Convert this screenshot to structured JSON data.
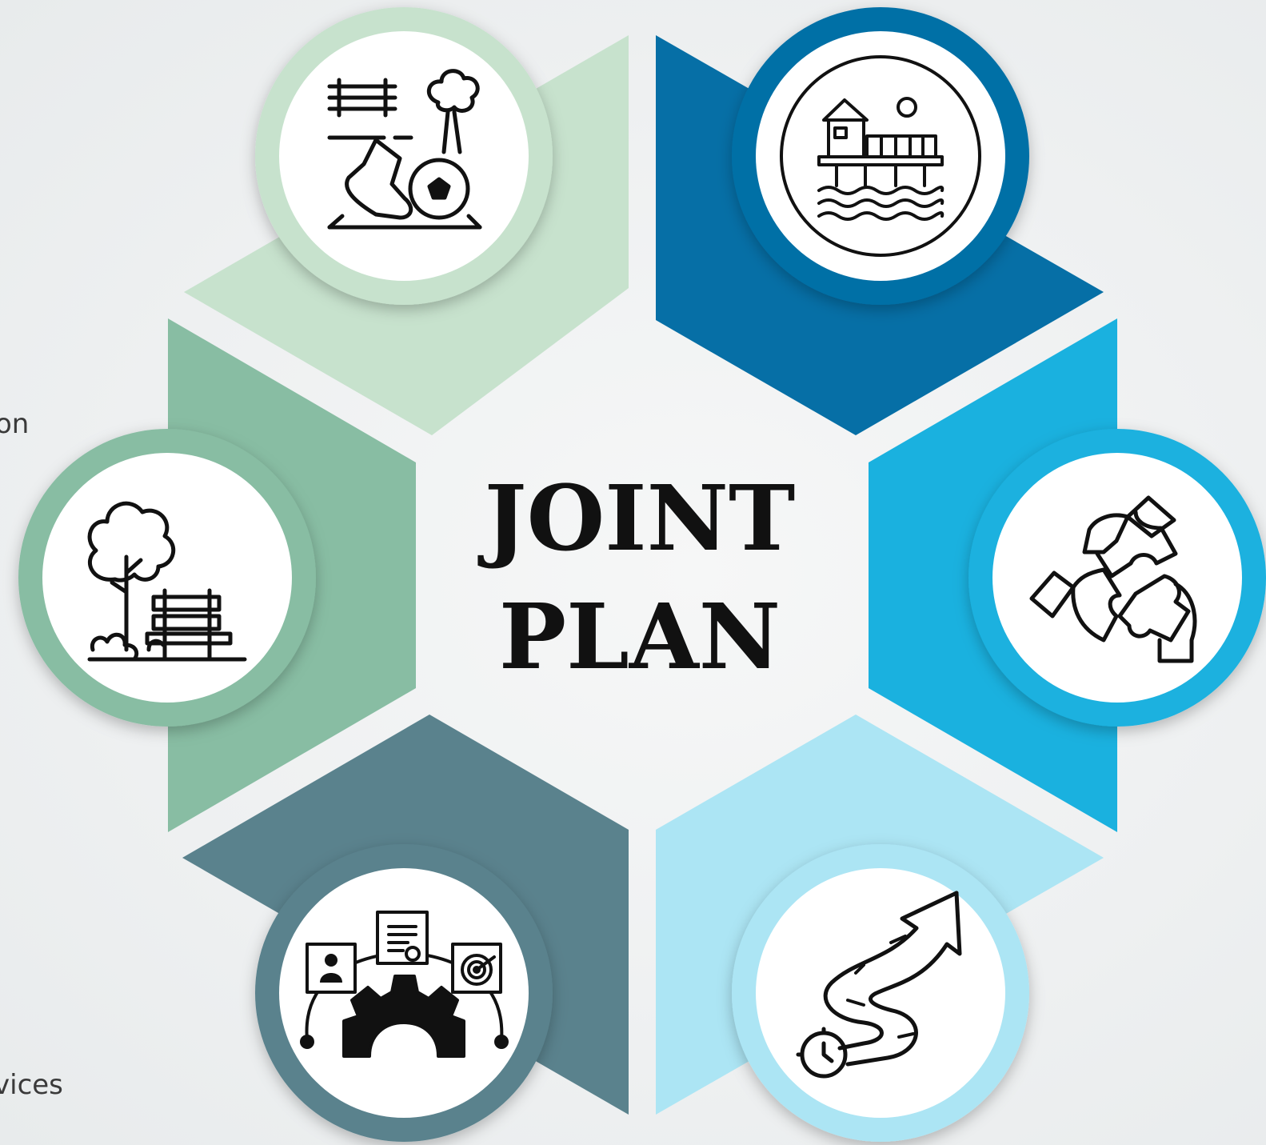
{
  "title": {
    "line1": "JOINT",
    "line2": "PLAN"
  },
  "side_texts": {
    "left_top": "on",
    "left_bottom": "vices"
  },
  "segments": [
    {
      "id": "top-left",
      "color": "#c7e2cd",
      "icon": "sports-park-icon"
    },
    {
      "id": "top-right",
      "color": "#066fa6",
      "icon": "pier-house-icon"
    },
    {
      "id": "right",
      "color": "#1ab1df",
      "icon": "puzzle-hands-icon"
    },
    {
      "id": "bottom-right",
      "color": "#ace5f4",
      "icon": "road-arrow-icon"
    },
    {
      "id": "bottom-left",
      "color": "#5a828d",
      "icon": "strategy-gear-icon"
    },
    {
      "id": "left",
      "color": "#88bda3",
      "icon": "park-bench-icon"
    }
  ]
}
